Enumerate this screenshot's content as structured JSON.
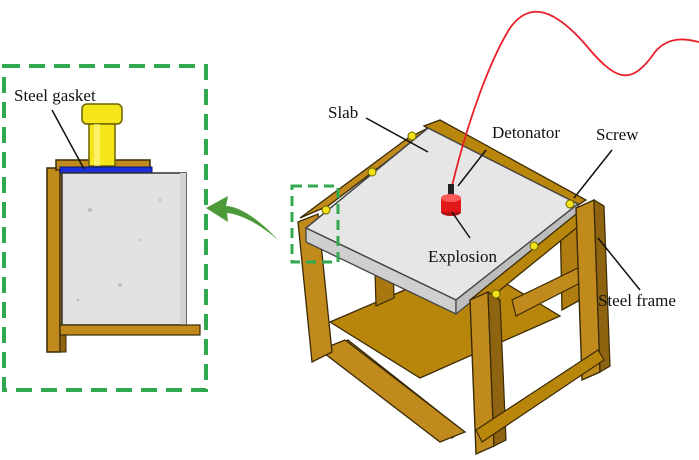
{
  "labels": {
    "steel_gasket": "Steel gasket",
    "slab": "Slab",
    "detonator": "Detonator",
    "screw": "Screw",
    "explosion": "Explosion",
    "steel_frame": "Steel  frame"
  },
  "colors": {
    "frame_wood": "#b8860b",
    "frame_dark": "#6b4a0a",
    "slab_top": "#e6e6e6",
    "slab_edge": "#cfcfcf",
    "wire": "#e8202a",
    "charge": "#e01818",
    "bolt": "#f2e21a",
    "gasket": "#1a2fd6",
    "callout_green": "#2fa84f",
    "arrow_green": "#4c9a3a"
  },
  "icons": {
    "callout_arrow": "curved-arrow-left",
    "detonator_charge": "cylinder-charge",
    "bolt": "bolt-icon"
  }
}
